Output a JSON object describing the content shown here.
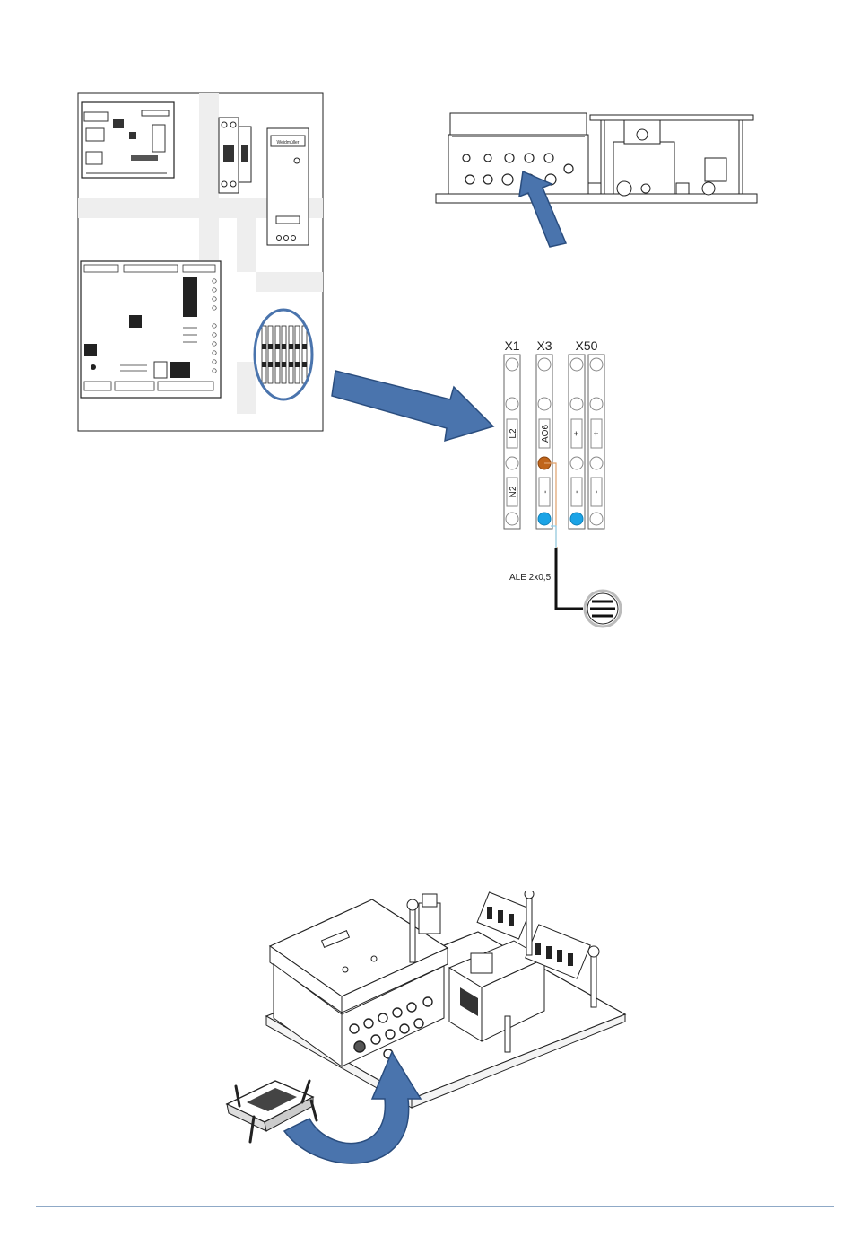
{
  "terminals": {
    "x1": {
      "header": "X1",
      "top_label": "L2",
      "bottom_label": "N2"
    },
    "x3": {
      "header": "X3",
      "top_label": "AO6",
      "bottom_label": "-"
    },
    "x50": {
      "header": "X50",
      "top_label_1": "+",
      "top_label_2": "+",
      "bottom_label_1": "-",
      "bottom_label_2": "-"
    }
  },
  "cable_label": "ALE 2x0,5",
  "device_brand": "Weidmüller",
  "colors": {
    "arrow_fill": "#4a74ad",
    "arrow_stroke": "#2a4d7e",
    "wire_brown": "#c0651a",
    "wire_blue": "#1aa3e6",
    "highlight_ring": "#4a74ad",
    "footer_line": "#8fa9c7"
  }
}
